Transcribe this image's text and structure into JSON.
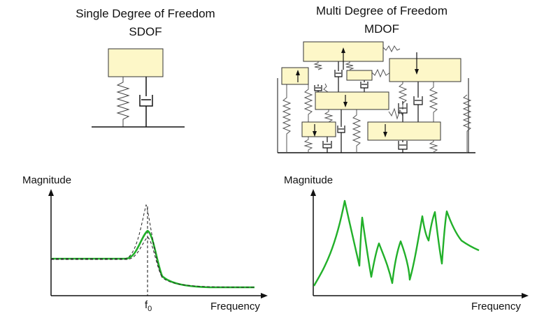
{
  "sdof": {
    "title_line1": "Single Degree of Freedom",
    "title_line2": "SDOF"
  },
  "mdof": {
    "title_line1": "Multi Degree of Freedom",
    "title_line2": "MDOF"
  },
  "left_plot": {
    "ylabel": "Magnitude",
    "xlabel": "Frequency",
    "peak_label_base": "f",
    "peak_label_sub": "0"
  },
  "right_plot": {
    "ylabel": "Magnitude",
    "xlabel": "Frequency"
  },
  "colors": {
    "curve": "#22b02a",
    "mass_fill": "#fdf7c8",
    "line": "#111111"
  }
}
